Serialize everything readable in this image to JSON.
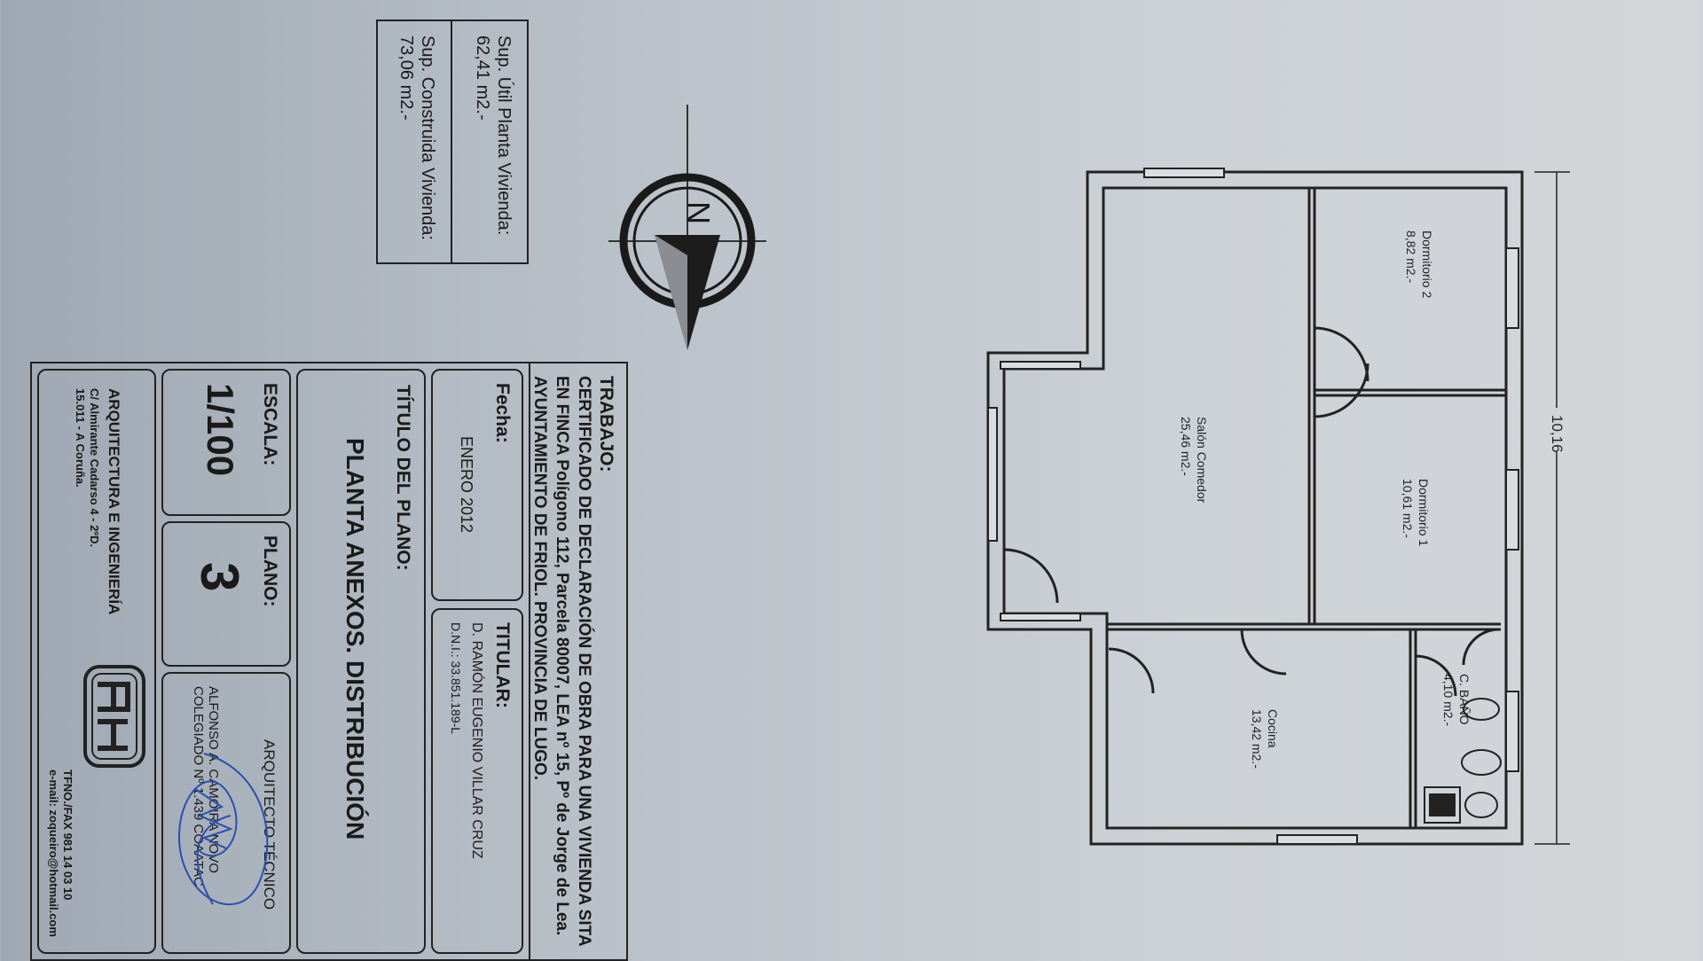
{
  "areas": {
    "util_label": "Sup. Útil Planta Vivienda:",
    "util_value": "62,41 m2.-",
    "construida_label": "Sup. Construida Vivienda:",
    "construida_value": "73,06 m2.-"
  },
  "compass": {
    "north_letter": "N"
  },
  "titleblock": {
    "trabajo_label": "TRABAJO:",
    "trabajo_text": "CERTIFICADO DE DECLARACIÓN DE OBRA PARA UNA VIVIENDA SITA EN FINCA Polígono 112, Parcela 80007, LEA nº 15, Pº de Jorge de Lea. AYUNTAMIENTO DE FRIOL. PROVINCIA DE LUGO.",
    "fecha_label": "Fecha:",
    "fecha_value": "ENERO 2012",
    "titular_label": "TITULAR:",
    "titular_name": "D. RAMÓN EUGENIO VILLAR CRUZ",
    "titular_dni": "D.N.I.: 33.851.189-L",
    "titulo_label": "TÍTULO DEL PLANO:",
    "titulo_value": "PLANTA ANEXOS. DISTRIBUCIÓN",
    "escala_label": "ESCALA:",
    "escala_value": "1/100",
    "plano_label": "PLANO:",
    "plano_value": "3",
    "arquitecto_label": "ARQUITECTO TÉCNICO",
    "arquitecto_name": "ALFONSO A. CAMOIRA NOVO",
    "colegiado": "COLEGIADO Nº 1.439 COAATAC",
    "firm_name": "ARQUITECTURA E INGENIERÍA",
    "address_1": "C/ Almirante Cadarso 4 - 2ºD.",
    "address_2": "15.011 - A Coruña.",
    "phone": "TFNO./FAX 981 14 03 10",
    "email": "e-mail: zoqueiro@hotmail.com"
  },
  "plan": {
    "dimension": "10,16",
    "rooms": [
      {
        "name": "Dormitorio 2",
        "area": "8,82 m2.-"
      },
      {
        "name": "Salón Comedor",
        "area": "25,46 m2.-"
      },
      {
        "name": "Dormitorio 1",
        "area": "10,61 m2.-"
      },
      {
        "name": "C. BAÑO",
        "area": "4,10 m2.-"
      },
      {
        "name": "Cocina",
        "area": "13,42 m2.-"
      }
    ]
  }
}
